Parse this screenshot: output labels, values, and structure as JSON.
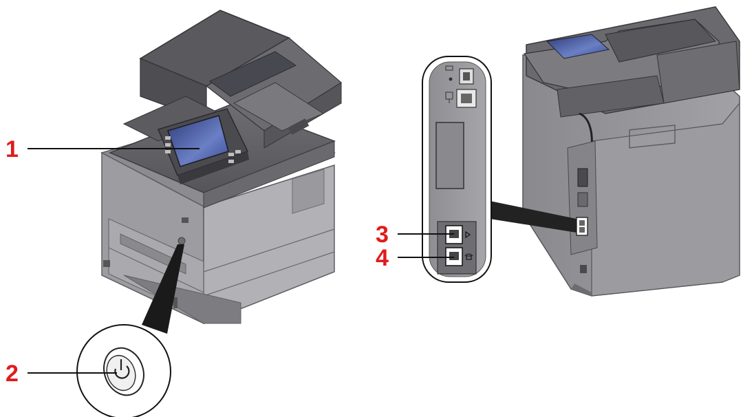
{
  "callouts": [
    {
      "number": "1"
    },
    {
      "number": "2"
    },
    {
      "number": "3"
    },
    {
      "number": "4"
    }
  ],
  "colors": {
    "callout": "#e01b1b",
    "body_light": "#a9a9ab",
    "body_mid": "#8c8c8f",
    "body_dark": "#5b5b5f",
    "screen_blue": "#3b4a8a"
  },
  "icons": [
    "power-icon",
    "usb-icon",
    "lan-port-icon",
    "line-port-icon",
    "tel-port-icon"
  ]
}
